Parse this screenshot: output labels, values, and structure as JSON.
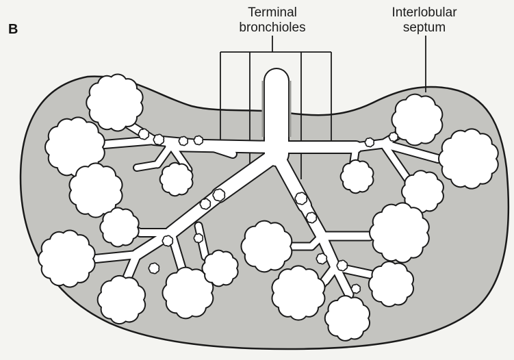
{
  "figure": {
    "panel_letter": "B",
    "labels": {
      "terminal_bronchioles": {
        "line1": "Terminal",
        "line2": "bronchioles"
      },
      "interlobular_septum": {
        "line1": "Interlobular",
        "line2": "septum"
      }
    },
    "colors": {
      "background": "#f4f4f1",
      "lobule_fill": "#c4c4c0",
      "lobule_outline": "#1a1a1a",
      "airway_fill": "#ffffff",
      "airway_outline": "#1a1a1a"
    }
  }
}
